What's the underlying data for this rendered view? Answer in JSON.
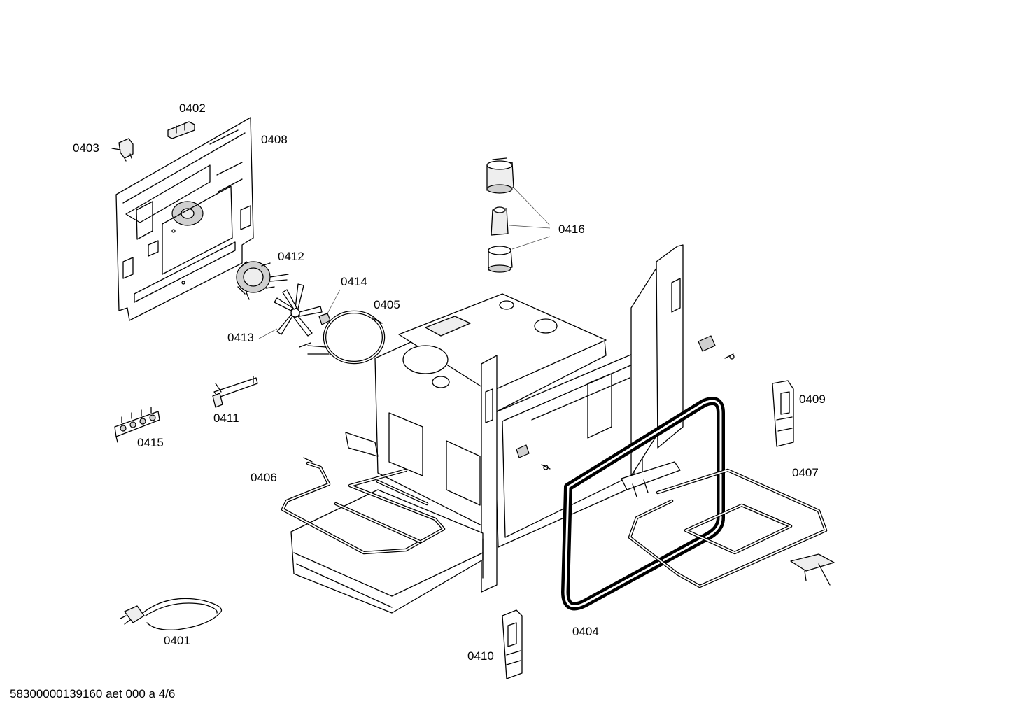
{
  "diagram": {
    "parts": [
      {
        "id": "0401",
        "label": "0401"
      },
      {
        "id": "0402",
        "label": "0402"
      },
      {
        "id": "0403",
        "label": "0403"
      },
      {
        "id": "0404",
        "label": "0404"
      },
      {
        "id": "0405",
        "label": "0405"
      },
      {
        "id": "0406",
        "label": "0406"
      },
      {
        "id": "0407",
        "label": "0407"
      },
      {
        "id": "0408",
        "label": "0408"
      },
      {
        "id": "0409",
        "label": "0409"
      },
      {
        "id": "0410",
        "label": "0410"
      },
      {
        "id": "0411",
        "label": "0411"
      },
      {
        "id": "0412",
        "label": "0412"
      },
      {
        "id": "0413",
        "label": "0413"
      },
      {
        "id": "0414",
        "label": "0414"
      },
      {
        "id": "0415",
        "label": "0415"
      },
      {
        "id": "0416",
        "label": "0416"
      }
    ],
    "footer": "58300000139160 aet 000 a 4/6"
  }
}
